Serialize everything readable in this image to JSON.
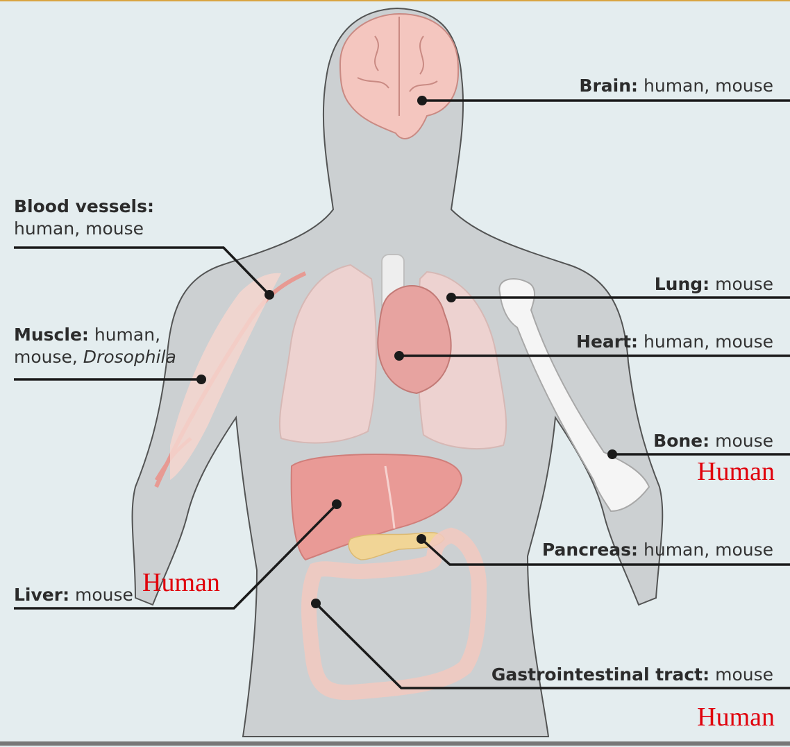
{
  "labels": {
    "brain": {
      "name": "Brain:",
      "species": "human, mouse"
    },
    "blood_vessels": {
      "name": "Blood vessels:",
      "species": "human, mouse"
    },
    "lung": {
      "name": "Lung:",
      "species": "mouse"
    },
    "muscle": {
      "name": "Muscle:",
      "species": "human,",
      "species_line2": "mouse, ",
      "species_italic": "Drosophila"
    },
    "heart": {
      "name": "Heart:",
      "species": "human, mouse"
    },
    "bone": {
      "name": "Bone:",
      "species": "mouse"
    },
    "pancreas": {
      "name": "Pancreas:",
      "species": "human, mouse"
    },
    "liver": {
      "name": "Liver:",
      "species": "mouse"
    },
    "gi_tract": {
      "name": "Gastrointestinal tract:",
      "species": "mouse"
    }
  },
  "annotations": {
    "bone_human": "Human",
    "liver_human": "Human",
    "gi_human": "Human"
  },
  "colors": {
    "background": "#e4edef",
    "body": "#c8cbcd",
    "organ_pink": "#f2c9c6",
    "liver": "#e99a96",
    "annotation_red": "#e0000b"
  }
}
